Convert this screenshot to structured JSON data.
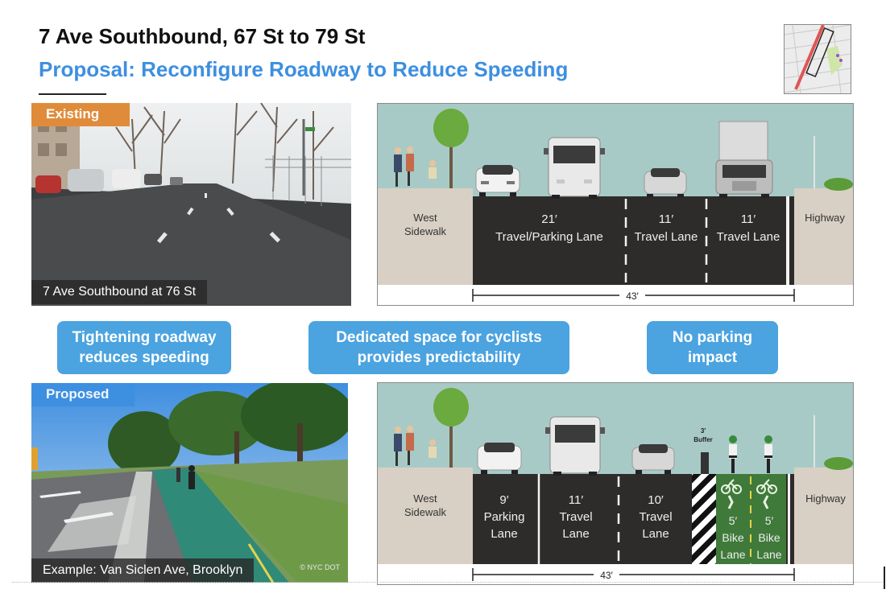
{
  "slide": {
    "title": "7 Ave Southbound, 67 St to 79 St",
    "subtitle": "Proposal: Reconfigure Roadway to Reduce Speeding"
  },
  "existing_photo": {
    "tag": "Existing",
    "caption": "7 Ave Southbound at 76 St",
    "tag_color": "#e08b3a"
  },
  "proposed_photo": {
    "tag": "Proposed",
    "caption": "Example: Van Siclen Ave, Brooklyn",
    "credit": "© NYC DOT",
    "tag_color": "#3d8fe0"
  },
  "callouts": [
    "Tightening roadway\nreduces speeding",
    "Dedicated space for cyclists\nprovides predictability",
    "No parking\nimpact"
  ],
  "existing_section": {
    "sidewalk": [
      "West",
      "Sidewalk"
    ],
    "highway": "Highway",
    "lanes": [
      {
        "width": "21′",
        "name": "Travel/Parking Lane"
      },
      {
        "width": "11′",
        "name": "Travel Lane"
      },
      {
        "width": "11′",
        "name": "Travel Lane"
      }
    ],
    "total": "43′"
  },
  "proposed_section": {
    "sidewalk": [
      "West",
      "Sidewalk"
    ],
    "highway": "Highway",
    "buffer": [
      "3′",
      "Buffer"
    ],
    "lanes": [
      {
        "width": "9′",
        "name": [
          "Parking",
          "Lane"
        ]
      },
      {
        "width": "11′",
        "name": [
          "Travel",
          "Lane"
        ]
      },
      {
        "width": "10′",
        "name": [
          "Travel",
          "Lane"
        ]
      },
      {
        "width": "5′",
        "name": [
          "Bike",
          "Lane"
        ]
      },
      {
        "width": "5′",
        "name": [
          "Bike",
          "Lane"
        ]
      }
    ],
    "total": "43′"
  },
  "colors": {
    "accent_blue": "#3d8fe0",
    "callout_blue": "#4ba3e0",
    "asphalt": "#2e2c2a",
    "sidewalk": "#d8d0c4",
    "sky": "#a8cac6",
    "bike_lane": "#3f7a3a"
  }
}
